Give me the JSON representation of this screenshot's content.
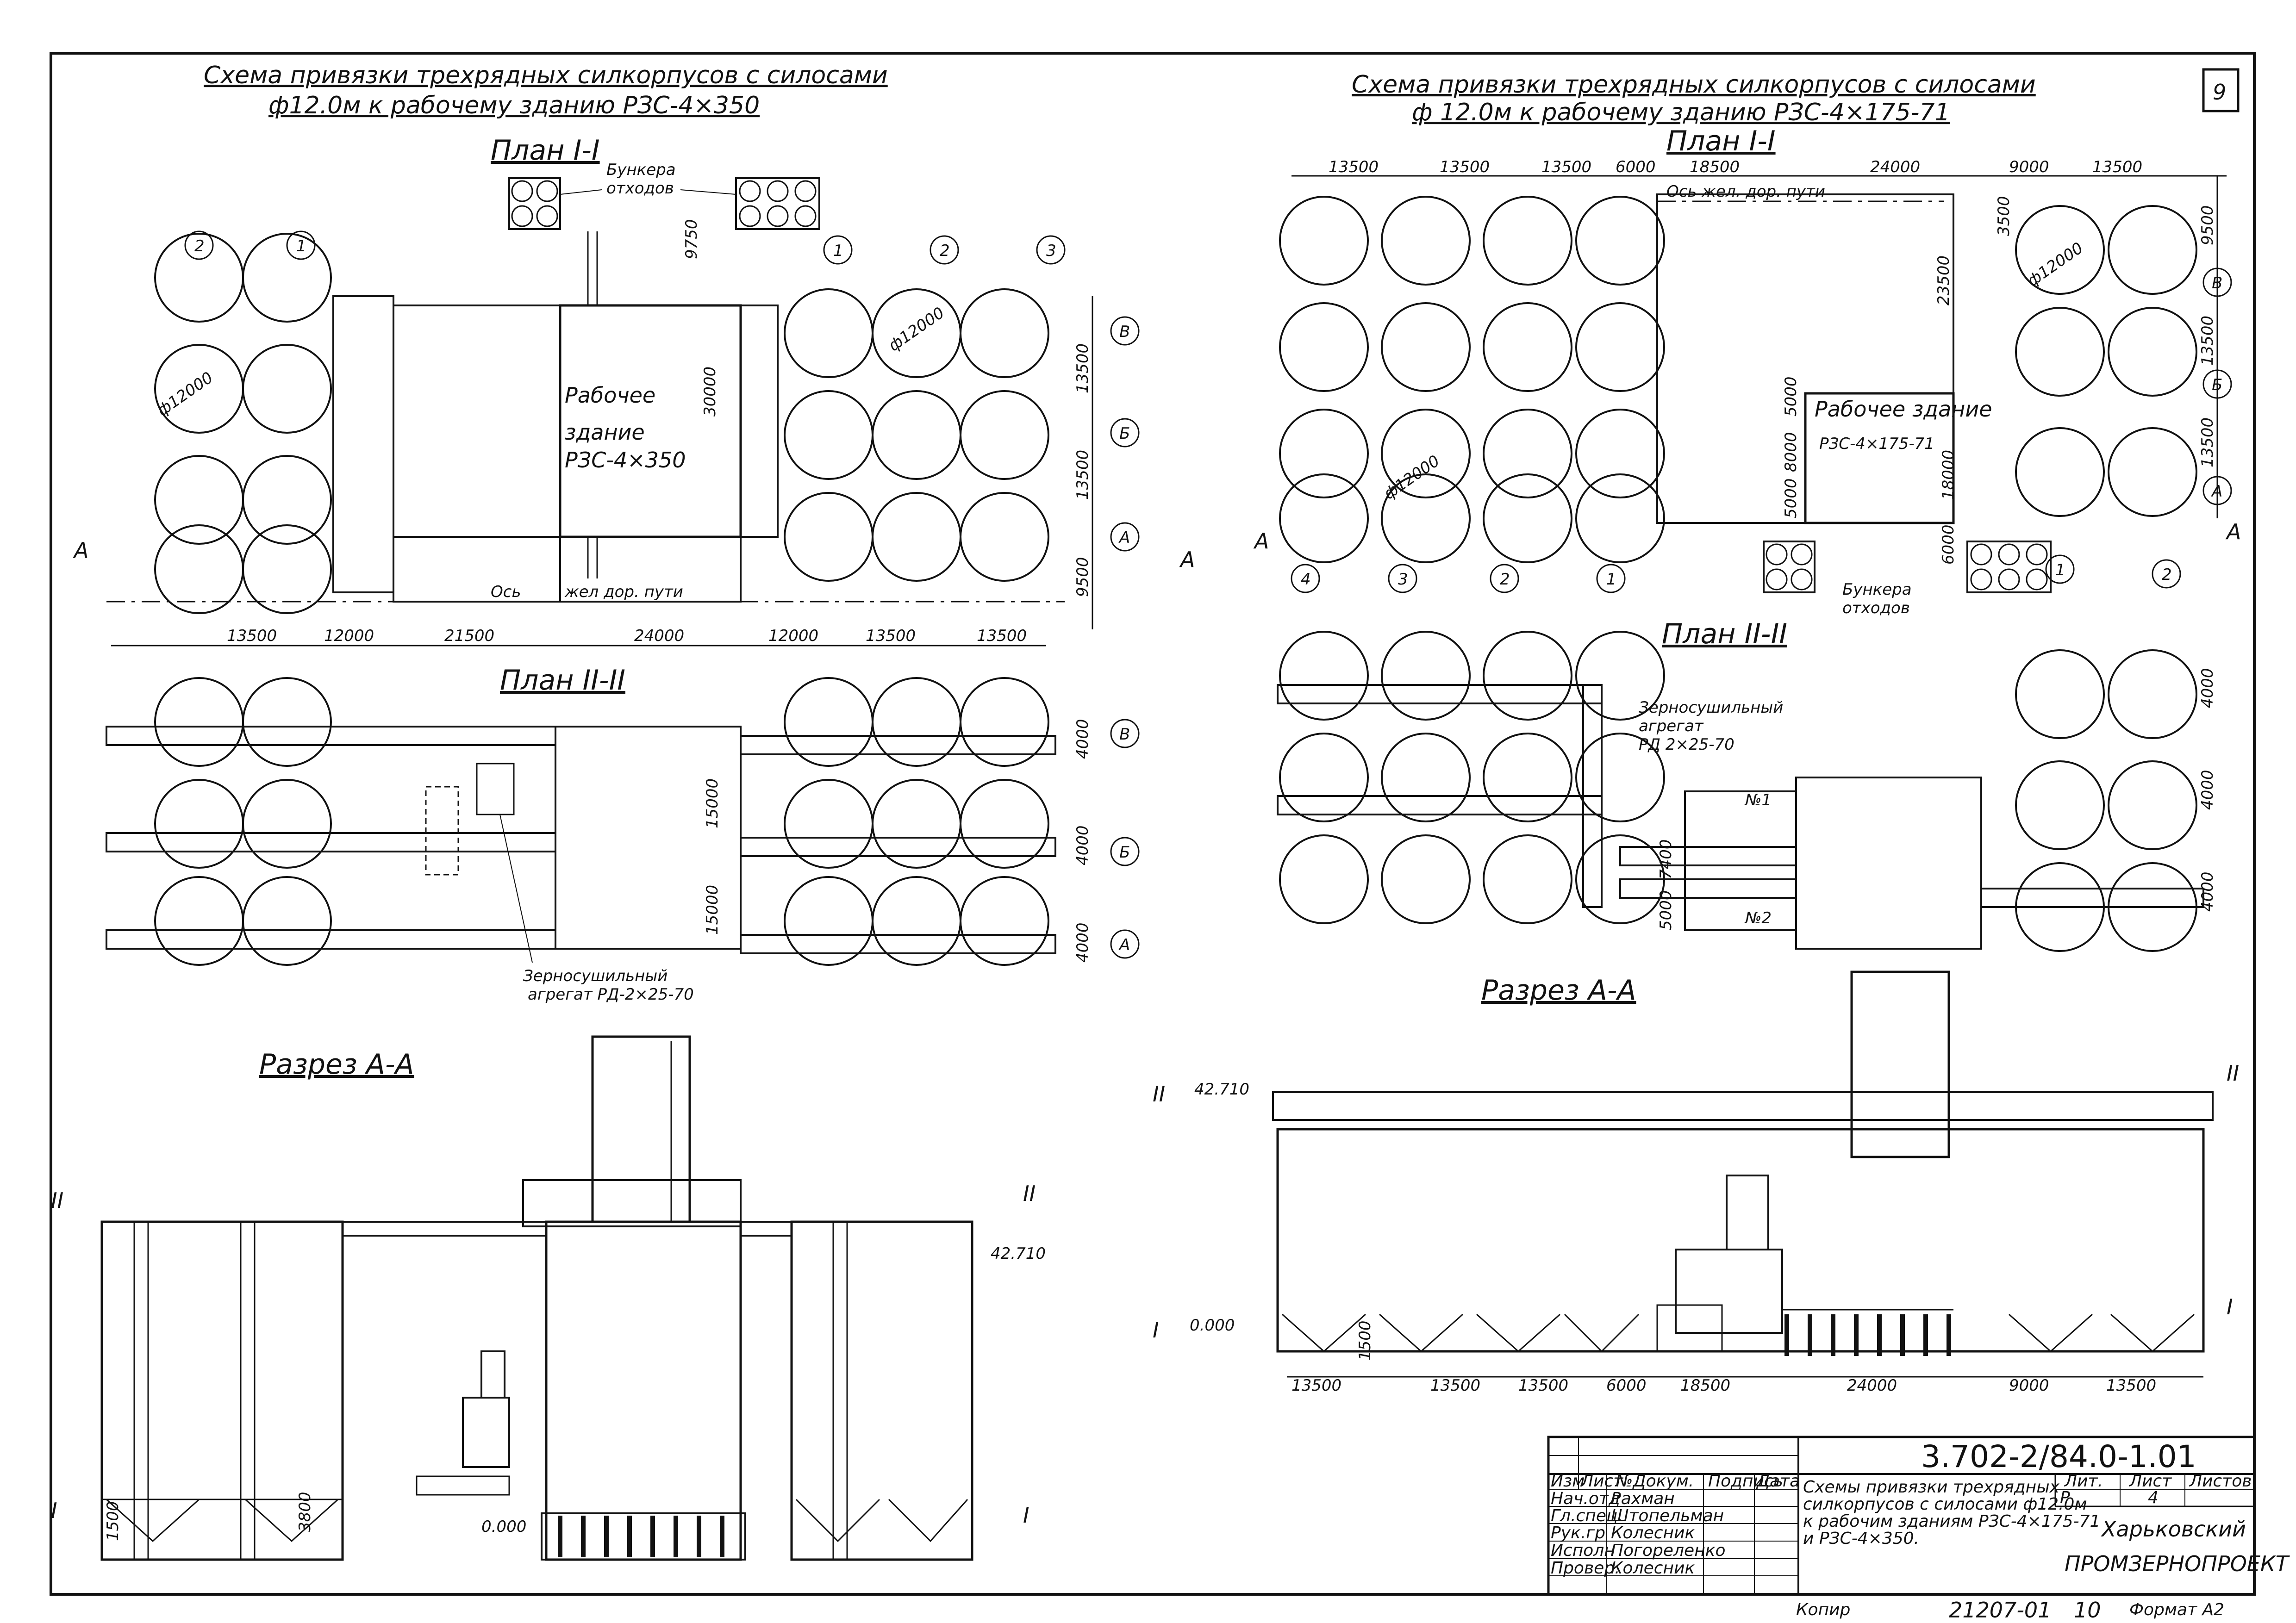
{
  "sheet_number": "9",
  "left": {
    "title_line1": "Схема привязки трехрядных силкорпусов с силосами",
    "title_line2": "ф12.0м к рабочему зданию РЗС-4×350",
    "plan1_title": "План I-I",
    "plan2_title": "План II-II",
    "section_title": "Разрез А-А",
    "bunker_label_1": "Бункера",
    "bunker_label_2": "отходов",
    "building_label_1": "Рабочее",
    "building_label_2": "здание",
    "building_label_3": "РЗС-4×350",
    "rail_axis_1": "Ось",
    "rail_axis_2": "жел дор. пути",
    "diameter": "ф12000",
    "dim_30000": "30000",
    "dim_9750": "9750",
    "dims_bottom": [
      "13500",
      "12000",
      "21500",
      "24000",
      "12000",
      "13500",
      "13500"
    ],
    "dims_right": [
      "13500",
      "13500",
      "9500"
    ],
    "axis_row_labels": [
      "В",
      "Б",
      "А"
    ],
    "axis_col_left": [
      "2",
      "1"
    ],
    "axis_col_right": [
      "1",
      "2",
      "3"
    ],
    "section_mark": "А",
    "plan2_dims": [
      "15000",
      "15000",
      "4000",
      "4000",
      "4000"
    ],
    "dryer_label_1": "Зерносушильный",
    "dryer_label_2": "агрегат РД-2×25-70",
    "level_top": "42.710",
    "level_zero": "0.000",
    "level_mark_1": "I",
    "level_mark_2": "II",
    "dim_1500": "1500",
    "dim_3800": "3800"
  },
  "right": {
    "title_line1": "Схема привязки трехрядных силкорпусов с силосами",
    "title_line2": "ф 12.0м к рабочему зданию РЗС-4×175-71",
    "plan1_title": "План I-I",
    "plan2_title": "План II-II",
    "section_title": "Разрез А-А",
    "dims_top": [
      "13500",
      "13500",
      "13500",
      "6000",
      "18500",
      "24000",
      "9000",
      "13500"
    ],
    "rail_axis": "Ось жел. дор. пути",
    "building_label_1": "Рабочее здание",
    "building_label_2": "РЗС-4×175-71",
    "diameter": "ф12000",
    "dims_vert": [
      "23500",
      "18000",
      "5000",
      "8000",
      "5000",
      "6000"
    ],
    "dims_right": [
      "9500",
      "13500",
      "13500",
      "3500"
    ],
    "axis_row_labels": [
      "В",
      "Б",
      "А"
    ],
    "axis_col_left": [
      "4",
      "3",
      "2",
      "1"
    ],
    "axis_col_right": [
      "1",
      "2"
    ],
    "section_mark": "А",
    "bunker_label_1": "Бункера",
    "bunker_label_2": "отходов",
    "dryer_label_1": "Зерносушильный",
    "dryer_label_2": "агрегат",
    "dryer_label_3": "РД 2×25-70",
    "unit_1": "№1",
    "unit_2": "№2",
    "plan2_dims": [
      "5000",
      "7400",
      "4000",
      "4000",
      "4000"
    ],
    "level_top": "42.710",
    "level_zero": "0.000",
    "level_mark_1": "I",
    "level_mark_2": "II",
    "dim_1500": "1500",
    "dims_bottom": [
      "13500",
      "13500",
      "13500",
      "6000",
      "18500",
      "24000",
      "9000",
      "13500"
    ]
  },
  "stamp": {
    "code": "3.702-2/84.0-1.01",
    "header_cols": [
      "Изм",
      "Лист",
      "№Докум.",
      "Подпись",
      "Дата"
    ],
    "rows": [
      {
        "role": "Нач.отд",
        "name": "Рахман"
      },
      {
        "role": "Гл.спец.",
        "name": "Штопельман"
      },
      {
        "role": "Рук.гр",
        "name": "Колесник"
      },
      {
        "role": "Исполн",
        "name": "Погореленко"
      },
      {
        "role": "Провер.",
        "name": "Колесник"
      }
    ],
    "description": [
      "Схемы привязки трехрядных",
      "силкорпусов с силосами ф12.0м",
      "к рабочим зданиям РЗС-4×175-71",
      "и РЗС-4×350."
    ],
    "lit_label": "Лит.",
    "sheet_label": "Лист",
    "sheets_label": "Листов",
    "lit_value": "Р",
    "sheet_value": "4",
    "city": "Харьковский",
    "org": "ПРОМЗЕРНОПРОЕКТ",
    "copied_label": "Копир",
    "order_no": "21207-01",
    "page_code": "10",
    "format": "Формат А2"
  }
}
